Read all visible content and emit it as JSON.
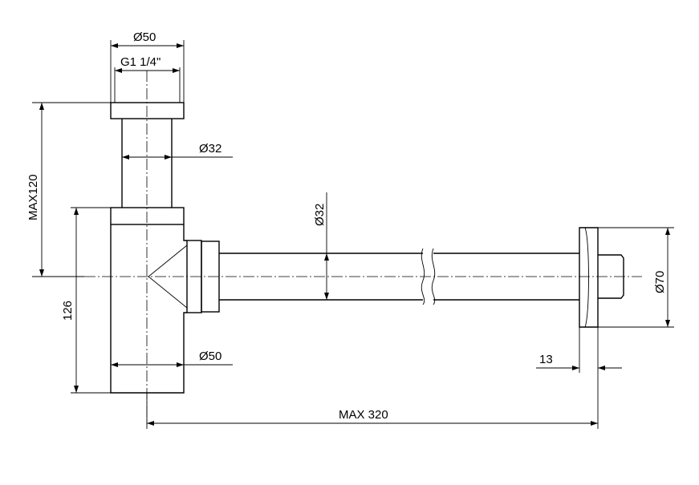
{
  "dimensions": {
    "cap_diameter": "Ø50",
    "thread": "G1 1/4\"",
    "tube_diameter_upper": "Ø32",
    "max_height": "MAX120",
    "body_height": "126",
    "horizontal_tube_diameter": "Ø32",
    "body_diameter": "Ø50",
    "flange_diameter": "Ø70",
    "flange_thickness": "13",
    "max_length": "MAX 320"
  }
}
